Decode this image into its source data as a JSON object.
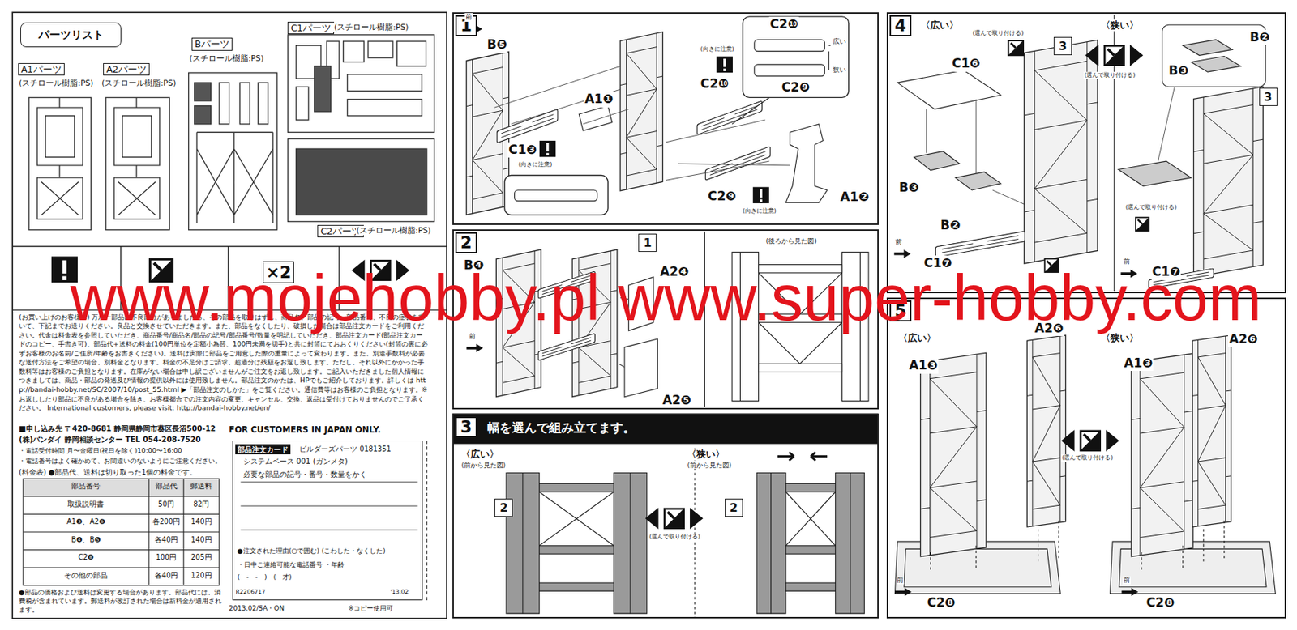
{
  "diagram": {
    "nodes": [
      {
        "text": [
          "パーツリスト"
        ]
      },
      {
        "text": [
          "部品注文カード",
          "ビルダーズパーツ 0181351",
          "システムベース 001 (ガンメタ)",
          "必要な部品の記号・番号・数量をかく",
          "●注文された理由(○で囲む) (こわした・なくした)",
          "・日中ご連絡可能な電話番号 ・年齢",
          "(　-　-　)　(　才)",
          "R2206717",
          "'13.02"
        ]
      },
      {
        "text": [
          "1"
        ]
      },
      {
        "text": [
          "2"
        ]
      },
      {
        "text": [
          "1"
        ],
        "in": 3
      },
      {
        "text": [
          "3",
          "幅を選んで組み立てます。"
        ]
      },
      {
        "text": [
          "2"
        ],
        "in": 5
      },
      {
        "text": [
          "2"
        ],
        "in": 5
      },
      {
        "text": [
          "4"
        ]
      },
      {
        "text": [
          "3"
        ],
        "in": 8
      },
      {
        "text": [
          "3"
        ],
        "in": 8
      },
      {
        "text": [
          "5"
        ]
      }
    ],
    "labels": [
      "A1パーツ",
      "(スチロール樹脂:PS)",
      "A2パーツ",
      "(スチロール樹脂:PS)",
      "Bパーツ",
      "(スチロール樹脂:PS)",
      "C1パーツ",
      "(スチロール樹脂:PS)",
      "C2パーツ",
      "(スチロール樹脂:PS)",
      "×2",
      "(お買い上げのお客様へ) 万が一部品に不良部分がありましたら、その部品を取りはずし、商品名、部品の記号、部品番号、不良の症状を書いて、下記までお送りください。良品と交換させていただきます。また、部品をなくしたり、破損した場合は部品注文カードをご利用ください。代金は料金表を参照していただき、商品番号/商品名/部品の記号/部品番号/数量を明記していただき、部品注文カード(部品注文カードのコピー、手書き可)、部品代+送料の料金(100円単位を定額小為替、100円未満を切手)と共に封筒にておおくりください(封筒の裏に必ずお客様のお名前/ご住所/年齢をお書きください)。送料は実際に部品をご用意した際の重量によって変わります。また、別途手数料が必要な送付方法をご希望の場合、別料金となります。料金の不足分はご請求、超過分は残額をお返し致します。ただし、それ以外にかかった手数料等はお客様のご負担となります。在庫がない場合は申し訳ございませんがご注文をお返し致します。ご記入いただきました個人情報につきましては、商品・部品の発送及び情報の提供以外には使用致しません。部品注文のかたは、HPでもご紹介しております。詳しくは http://bandai-hobby.net/SC/2007/10/post_55.html ▶「部品注文のしかた」をご覧ください。通信費等はお客様のご負担となります。※お返ししたり部品に不良がある場合を除き、お客様都合での注文内容の変更、キャンセル、交換、返品は受付けておりませんのでご了承ください。 International customers, please visit: http://bandai-hobby.net/en/",
      "■申し込み先 〒420-8681 静岡県静岡市葵区長沼500-12",
      "(株)バンダイ 静岡相談センター TEL 054-208-7520",
      "・電話受付時間 月〜金曜日(祝日を除く)10:00〜16:00",
      "・電話番号はよく確かめて、お間違いのないようにご注意ください。",
      "(料金表) ●部品代、送料は切り取った1個の料金です。",
      "部品番号",
      "部品代",
      "郵送料",
      "取扱説明書",
      "50円",
      "82円",
      "A1❸、A2❻",
      "各200円",
      "140円",
      "B❹、B❺",
      "各40円",
      "140円",
      "C2❽",
      "100円",
      "205円",
      "その他の部品",
      "各40円",
      "120円",
      "●部品の価格および送料は変更する場合があります。部品代には、消費税が含まれています。郵送料が改訂された場合は新料金が適用されます。",
      "FOR CUSTOMERS IN JAPAN ONLY.",
      "2013.02/SA・ON",
      "※コピー使用可",
      "前",
      "B❺",
      "A1❶",
      "C1❸",
      "(向きに注意)",
      "C2❿",
      "(向きに注意)",
      "C2❿",
      "広い",
      "狭い",
      "C2❾",
      "C2❾",
      "(向きに注意)",
      "A1❷",
      "B❹",
      "前",
      "A2❹",
      "A2❺",
      "(後ろから見た図)",
      "〈広い〉",
      "(前から見た図)",
      "〈狭い〉",
      "(前から見た図)",
      "(選んで取り付ける)",
      "〈広い〉",
      "(選んで取り付ける)",
      "C1❻",
      "〈狭い〉",
      "(選んで取り付ける)",
      "B❷",
      "B❸",
      "B❸",
      "B❷",
      "C1❼",
      "(選んで取り付ける)",
      "前",
      "前",
      "C1❼",
      "〈広い〉",
      "A2❻",
      "A1❸",
      "〈狭い〉",
      "A1❸",
      "A2❻",
      "(選んで取り付ける)",
      "前",
      "C2❽",
      "前",
      "C2❽",
      "www.mojehobby.pl www.super-hobby.com"
    ]
  }
}
